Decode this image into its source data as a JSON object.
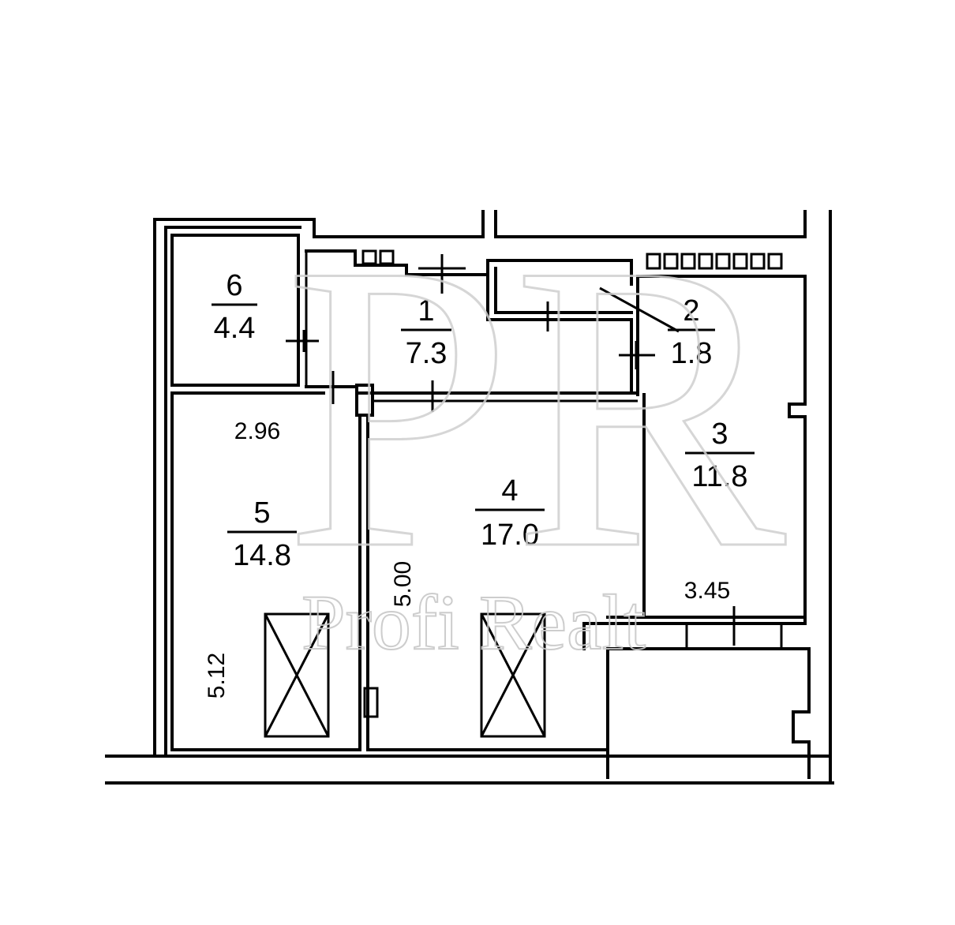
{
  "rooms": [
    {
      "id": "1",
      "number": "1",
      "area": "7.3"
    },
    {
      "id": "2",
      "number": "2",
      "area": "1.8"
    },
    {
      "id": "3",
      "number": "3",
      "area": "11.8"
    },
    {
      "id": "4",
      "number": "4",
      "area": "17.0"
    },
    {
      "id": "5",
      "number": "5",
      "area": "14.8"
    },
    {
      "id": "6",
      "number": "6",
      "area": "4.4"
    }
  ],
  "dimensions": {
    "room5_width": "2.96",
    "room5_length": "5.12",
    "room4_length": "5.00",
    "room3_width": "3.45"
  },
  "watermark": {
    "monogram": "PR",
    "text": "Profi Realt"
  },
  "colors": {
    "line": "#000000",
    "background": "#ffffff",
    "watermark": "#c8c8c8"
  }
}
